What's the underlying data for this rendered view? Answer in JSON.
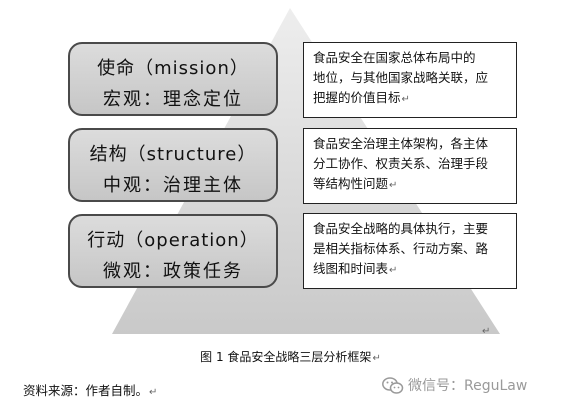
{
  "levels": [
    {
      "title": "使命（mission）",
      "subtitle": "宏观：理念定位"
    },
    {
      "title": "结构（structure）",
      "subtitle": "中观：治理主体"
    },
    {
      "title": "行动（operation）",
      "subtitle": "微观：政策任务"
    }
  ],
  "descriptions": [
    {
      "lines": [
        "食品安全在国家总体布局中的",
        "地位，与其他国家战略关联，应",
        "把握的价值目标"
      ]
    },
    {
      "lines": [
        "食品安全治理主体架构，各主体",
        "分工协作、权责关系、治理手段",
        "等结构性问题"
      ]
    },
    {
      "lines": [
        "食品安全战略的具体执行，主要",
        "是相关指标体系、行动方案、路",
        "线图和时间表"
      ]
    }
  ],
  "return_mark": "↵",
  "caption": "图 1  食品安全战略三层分析框架",
  "source": "资料来源：作者自制。",
  "watermark": {
    "label": "微信号：ReguLaw",
    "icon": "wechat-icon"
  },
  "colors": {
    "pyramid": "#d4d4d4",
    "box_fill": "#cfcfcf",
    "box_border": "#4a4a4a"
  }
}
